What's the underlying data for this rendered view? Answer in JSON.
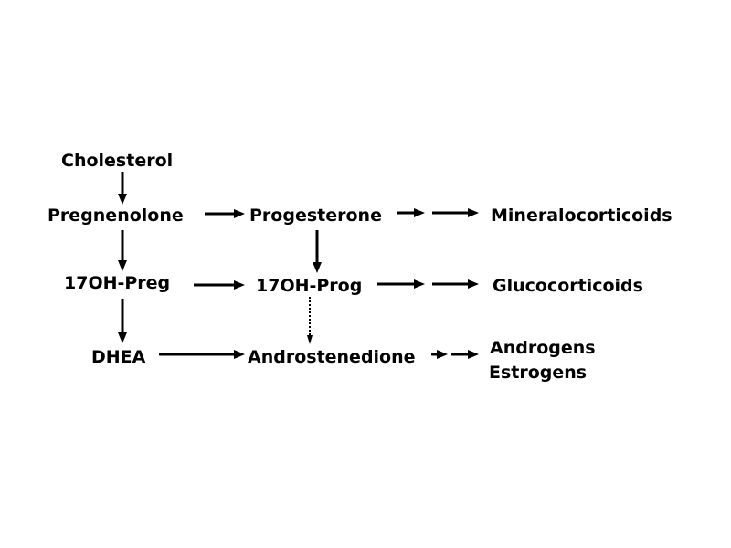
{
  "nodes": {
    "cholesterol": "Cholesterol",
    "pregnenolone": "Pregnenolone",
    "progesterone": "Progesterone",
    "mineralocorticoids": "Mineralocorticoids",
    "oh17_preg": "17OH-Preg",
    "oh17_prog": "17OH-Prog",
    "glucocorticoids": "Glucocorticoids",
    "dhea": "DHEA",
    "androstenedione": "Androstenedione",
    "androgens": "Androgens",
    "estrogens": "Estrogens"
  },
  "colors": {
    "text": "#000000",
    "arrows": "#000000",
    "background": "#ffffff"
  }
}
